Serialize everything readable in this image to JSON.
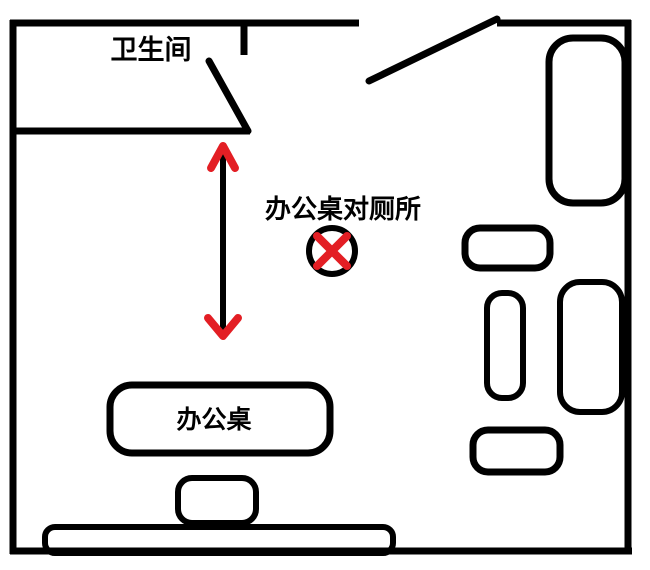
{
  "colors": {
    "ink": "#000000",
    "red": "#e31e24",
    "background": "#ffffff"
  },
  "labels": {
    "bathroom": "卫生间",
    "annotation": "办公桌对厕所",
    "desk": "办公桌"
  },
  "diagram": {
    "type": "hand-drawn floor plan sketch",
    "shape_names": [
      "room-outline",
      "bathroom-partition-wall",
      "bathroom-door-swing",
      "entry-door-swing",
      "double-headed-arrow",
      "crossed-out-circle",
      "office-desk",
      "chair",
      "low-cabinet-bottom",
      "cabinet-right-top",
      "cabinet-right-middle",
      "cabinet-right-tall",
      "small-table-upper",
      "small-table-lower"
    ]
  }
}
